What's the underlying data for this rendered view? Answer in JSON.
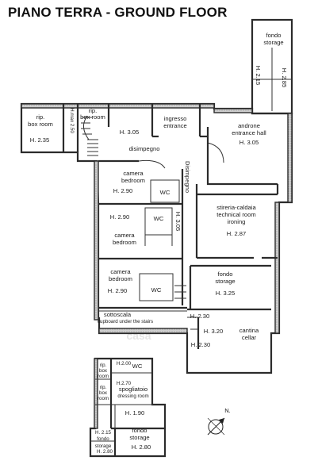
{
  "title": "PIANO TERRA - GROUND FLOOR",
  "watermark": "casa",
  "north_label": "N.",
  "rooms": {
    "fondo_storage_top": [
      "fondo",
      "storage"
    ],
    "h_2_15_top": "H. 2.15",
    "h_2_85_top": "H. 2.85",
    "rip_box_left": [
      "rip.",
      "box room"
    ],
    "h_2_35": "H. 2.35",
    "rip_box_right": [
      "rip.",
      "box room"
    ],
    "h_max_2_50": "H.max 2.50",
    "h_3_05_a": "H. 3.05",
    "ingresso": [
      "ingresso",
      "entrance"
    ],
    "androne": [
      "androne",
      "entrance hall"
    ],
    "h_3_05_b": "H. 3.05",
    "disimpegno": "disimpegno",
    "camera1": [
      "camera",
      "bedroom"
    ],
    "h_2_90_a": "H. 2.90",
    "wc1": "WC",
    "disimpegno_vert": "Disimpegno",
    "stireria": [
      "stireria-caldaia",
      "technical room",
      "ironing"
    ],
    "h_2_87": "H. 2.87",
    "h_2_90_b": "H. 2.90",
    "wc2": "WC",
    "h_3_05_c": "H. 3.05",
    "camera2": [
      "camera",
      "bedroom"
    ],
    "camera3": [
      "camera",
      "bedroom"
    ],
    "h_2_90_c": "H. 2.90",
    "wc3": "WC",
    "fondo_storage_mid": [
      "fondo",
      "storage"
    ],
    "h_3_25": "H. 3.25",
    "sottoscala": [
      "sottoscala",
      "cupboard under the stairs"
    ],
    "h_2_30_a": "H. 2.30",
    "h_3_20": "H. 3.20",
    "cantina": [
      "cantina",
      "cellar"
    ],
    "h_2_30_b": "H. 2.30",
    "h_2_00": "H.2.00",
    "wc4": "WC",
    "rip_box_small1": [
      "rip.",
      "box",
      "room"
    ],
    "h_2_70": "H.2.70",
    "spogliatoio": [
      "spogliatoio",
      "dressing room"
    ],
    "rip_box_small2": [
      "rip.",
      "box",
      "room"
    ],
    "h_1_90": "H. 1.90",
    "fondo_storage_bottom": [
      "fondo",
      "storage"
    ],
    "h_2_15_bottom": "H. 2.15",
    "fondo_storage_small": [
      "fondo",
      "storage"
    ],
    "h_2_80_a": "H. 2.80",
    "h_2_80_b": "H. 2.80"
  }
}
